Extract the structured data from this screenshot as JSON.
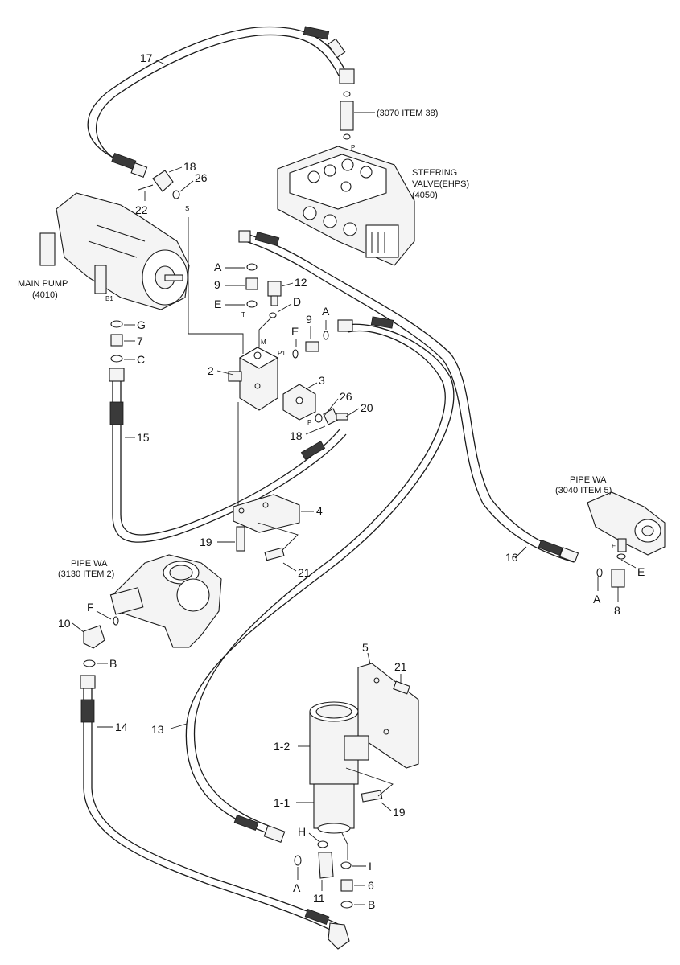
{
  "components": {
    "steering_valve_line1": "STEERING",
    "steering_valve_line2": "VALVE(EHPS)",
    "steering_valve_code": "(4050)",
    "main_pump_line1": "MAIN PUMP",
    "main_pump_code": "(4010)",
    "pipe_wa_top_line1": "PIPE WA",
    "pipe_wa_top_line2": "(3040 ITEM 5)",
    "pipe_wa_left_line1": "PIPE WA",
    "pipe_wa_left_line2": "(3130 ITEM 2)",
    "ref_3070": "(3070 ITEM 38)"
  },
  "part_numbers": {
    "p17": "17",
    "p18a": "18",
    "p26a": "26",
    "p22": "22",
    "p12": "12",
    "p9a": "9",
    "p9b": "9",
    "p2": "2",
    "p3": "3",
    "p26b": "26",
    "p20": "20",
    "p18b": "18",
    "p15": "15",
    "p7": "7",
    "p4": "4",
    "p19a": "19",
    "p21a": "21",
    "p16": "16",
    "p8": "8",
    "p10": "10",
    "p14": "14",
    "p13": "13",
    "p5": "5",
    "p21b": "21",
    "p1_2": "1-2",
    "p1_1": "1-1",
    "p19b": "19",
    "p11": "11",
    "p6": "6"
  },
  "letter_labels": {
    "A1": "A",
    "E1": "E",
    "D": "D",
    "E2": "E",
    "A2": "A",
    "G": "G",
    "C": "C",
    "B1_port": "B1",
    "A3": "A",
    "E3": "E",
    "F": "F",
    "B2": "B",
    "H": "H",
    "I": "I",
    "A4": "A",
    "B3": "B"
  },
  "port_marks": {
    "P_top": "P",
    "S": "S",
    "T": "T",
    "M": "M",
    "P1": "P1",
    "P_block": "P",
    "E_pipe": "E"
  }
}
